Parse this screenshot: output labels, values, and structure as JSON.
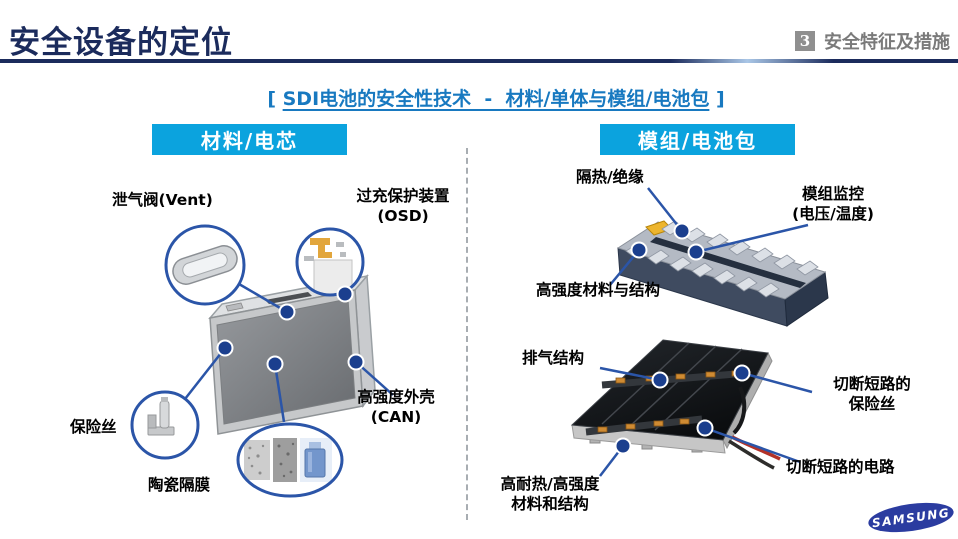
{
  "header": {
    "title": "安全设备的定位",
    "badge": "3",
    "section": "安全特征及措施"
  },
  "subtitle": {
    "open": "[ ",
    "text": "SDI电池的安全性技术  -  材料/单体与模组/电池包",
    "close": " ]"
  },
  "left": {
    "header": "材料/电芯",
    "labels": {
      "vent": "泄气阀(Vent)",
      "osd1": "过充保护装置",
      "osd2": "(OSD)",
      "fuse": "保险丝",
      "separator": "陶瓷隔膜",
      "can1": "高强度外壳",
      "can2": "(CAN)"
    }
  },
  "right": {
    "header": "模组/电池包",
    "module": {
      "insulation": "隔热/绝缘",
      "monitor1": "模组监控",
      "monitor2": "(电压/温度)",
      "strength": "高强度材料与结构"
    },
    "pack": {
      "venting": "排气结构",
      "fuse1": "切断短路的",
      "fuse2": "保险丝",
      "circuit": "切断短路的电路",
      "material1": "高耐热/高强度",
      "material2": "材料和结构"
    }
  },
  "logo": {
    "text": "SAMSUNG"
  },
  "colors": {
    "title_navy": "#1b2b5c",
    "accent_cyan": "#0ba3de",
    "subtitle_blue": "#1879c0",
    "callout_blue": "#2b55a8",
    "dot_navy": "#1b3f8e",
    "badge_gray": "#8f8f8f",
    "samsung_blue": "#2b3ca0"
  }
}
